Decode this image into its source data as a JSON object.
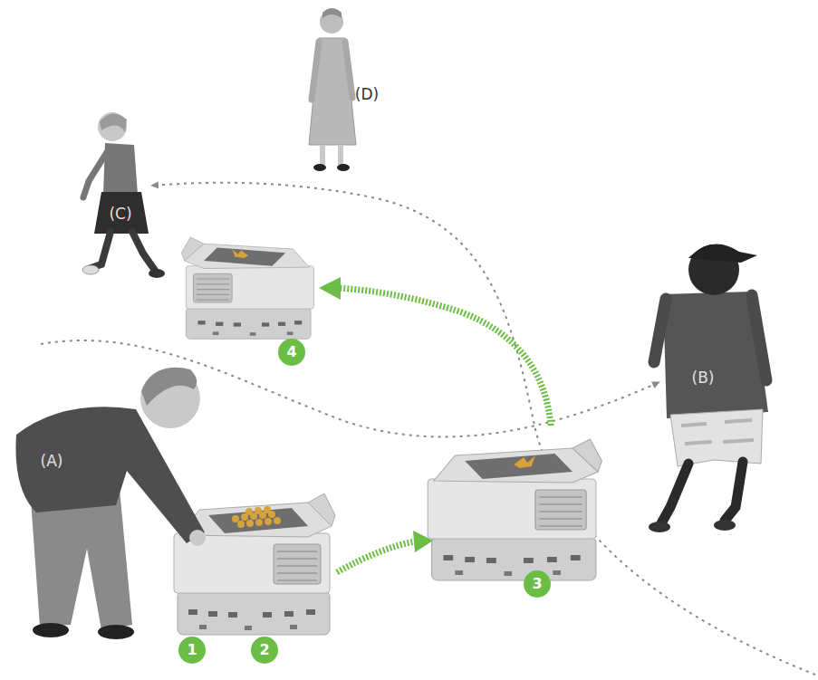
{
  "diagram": {
    "nodes": [
      {
        "text": [
          "1"
        ]
      },
      {
        "text": [
          "2"
        ]
      },
      {
        "text": [
          "3"
        ]
      },
      {
        "text": [
          "4"
        ]
      }
    ],
    "labels": [
      "(A)",
      "(B)",
      "(C)",
      "(D)"
    ]
  }
}
